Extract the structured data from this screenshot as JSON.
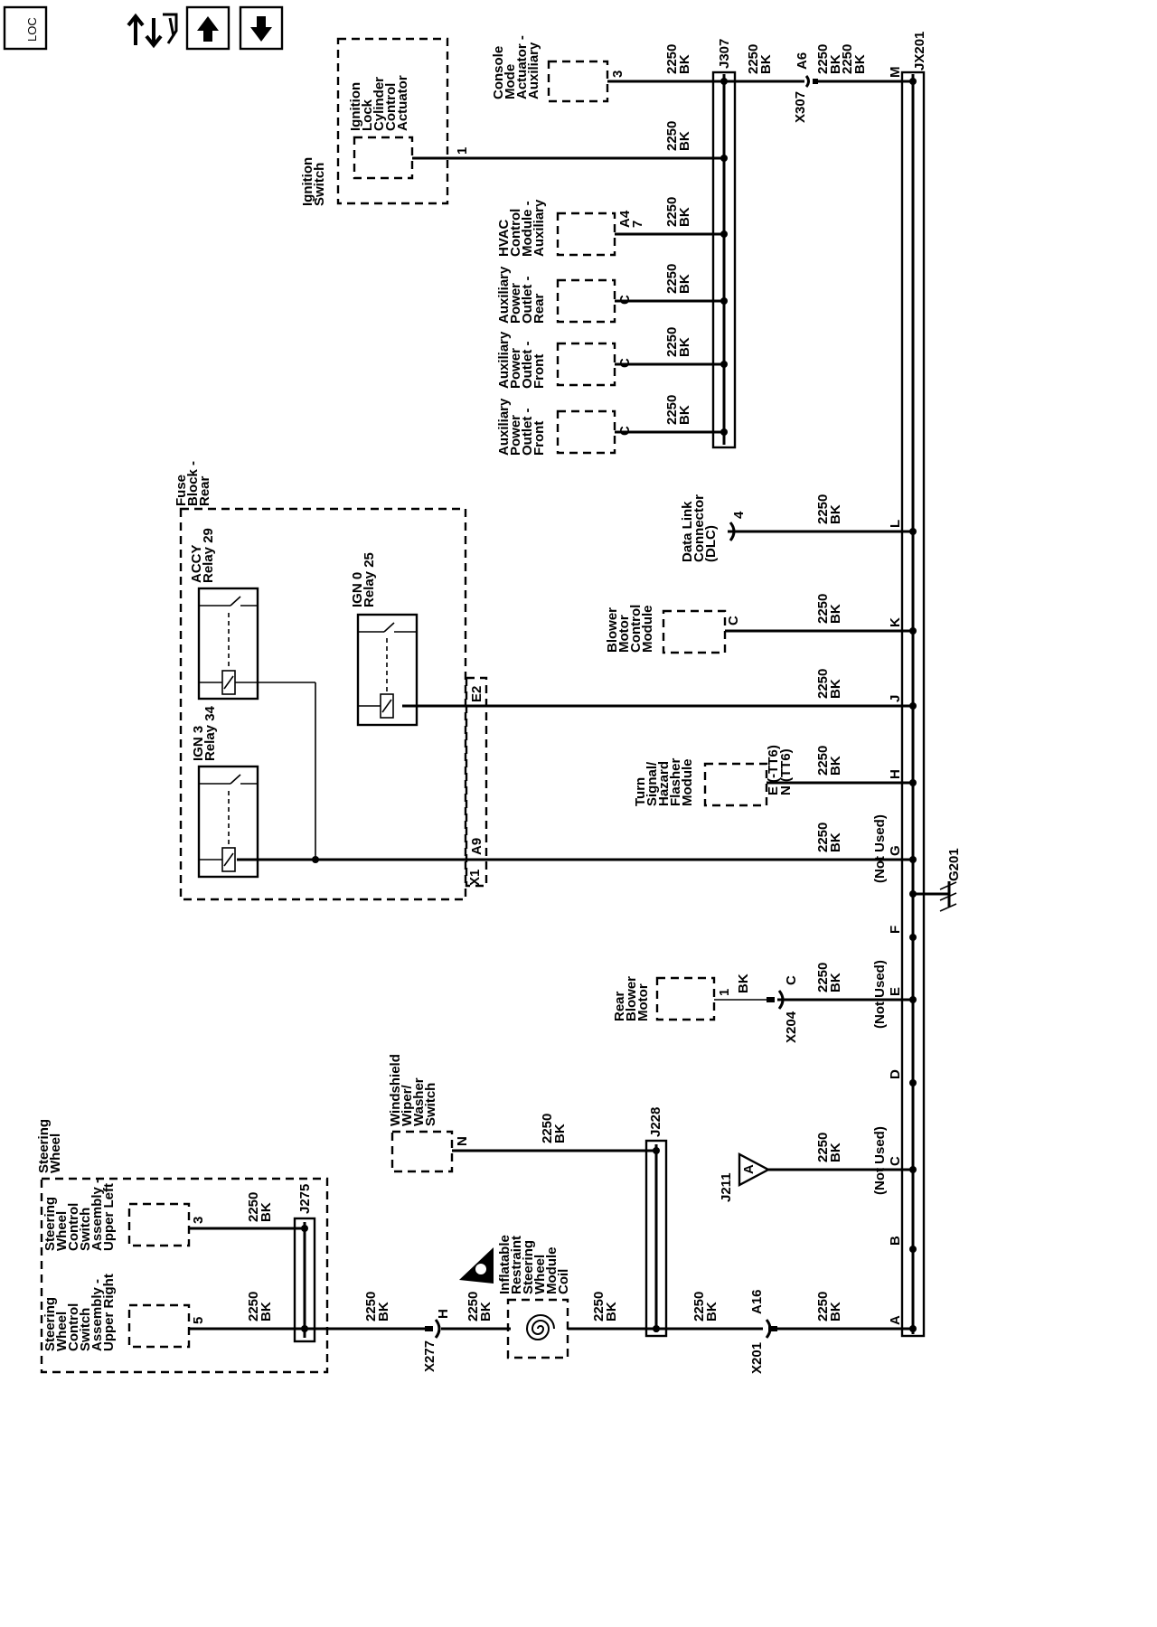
{
  "nav": {
    "loc_label": "LOC",
    "icons": [
      "location-icon",
      "schematic-navigation-icon",
      "page-up-icon",
      "page-down-icon"
    ]
  },
  "wire": {
    "circuit": "2250",
    "color": "BK",
    "color_only": "BK"
  },
  "connectors": {
    "jx201": "JX201",
    "j307": "J307",
    "j228": "J228",
    "j275": "J275",
    "j211": "J211",
    "x307": "X307",
    "x204": "X204",
    "x201": "X201",
    "x277": "X277",
    "x1": "X1",
    "g201": "G201",
    "j211_pin": "A"
  },
  "splice_pins": [
    "M",
    "L",
    "K",
    "J",
    "H",
    "G",
    "F",
    "E",
    "D",
    "C",
    "B",
    "A"
  ],
  "not_used": "(Not Used)",
  "components": {
    "console_mode": [
      "Console",
      "Mode",
      "Actuator -",
      "Auxiliary"
    ],
    "ignition_lock": [
      "Ignition",
      "Lock",
      "Cylinder",
      "Control",
      "Actuator"
    ],
    "ignition_switch": [
      "Ignition",
      "Switch"
    ],
    "hvac": [
      "HVAC",
      "Control",
      "Module -",
      "Auxiliary"
    ],
    "apo_rear": [
      "Auxiliary",
      "Power",
      "Outlet -",
      "Rear"
    ],
    "apo_front1": [
      "Auxiliary",
      "Power",
      "Outlet -",
      "Front"
    ],
    "apo_front2": [
      "Auxiliary",
      "Power",
      "Outlet -",
      "Front"
    ],
    "fuse_block": [
      "Fuse",
      "Block -",
      "Rear"
    ],
    "accy_relay": [
      "ACCY",
      "Relay 29"
    ],
    "ign0_relay": [
      "IGN 0",
      "Relay 25"
    ],
    "ign3_relay": [
      "IGN 3",
      "Relay 34"
    ],
    "dlc": [
      "Data Link",
      "Connector",
      "(DLC)"
    ],
    "blower": [
      "Blower",
      "Motor",
      "Control",
      "Module"
    ],
    "turn_signal": [
      "Turn",
      "Signal/",
      "Hazard",
      "Flasher",
      "Module"
    ],
    "rear_blower": [
      "Rear",
      "Blower",
      "Motor"
    ],
    "wiper": [
      "Windshield",
      "Wiper/",
      "Washer",
      "Switch"
    ],
    "steering_wheel": [
      "Steering",
      "Wheel"
    ],
    "swc_upper_left": [
      "Steering",
      "Wheel",
      "Control",
      "Switch",
      "Assembly -",
      "Upper Left"
    ],
    "swc_upper_right": [
      "Steering",
      "Wheel",
      "Control",
      "Switch",
      "Assembly -",
      "Upper Right"
    ],
    "airbag_coil": [
      "Inflatable",
      "Restraint",
      "Steering",
      "Wheel",
      "Module",
      "Coil"
    ]
  },
  "pins": {
    "console_mode": "3",
    "x307_pin": "A6",
    "ignition_lock": "1",
    "hvac": [
      "A4",
      "7"
    ],
    "apo": "C",
    "fuse_e2": "E2",
    "fuse_a9": "A9",
    "dlc": "4",
    "blower": "C",
    "turn_signal": [
      "E (-TT6)",
      "N (TT6)"
    ],
    "rear_blower": "1",
    "x204_pin": "C",
    "wiper": "N",
    "swc_upper_left": "3",
    "swc_upper_right": "5",
    "x277_pin": "H",
    "x201_pin": "A16"
  }
}
